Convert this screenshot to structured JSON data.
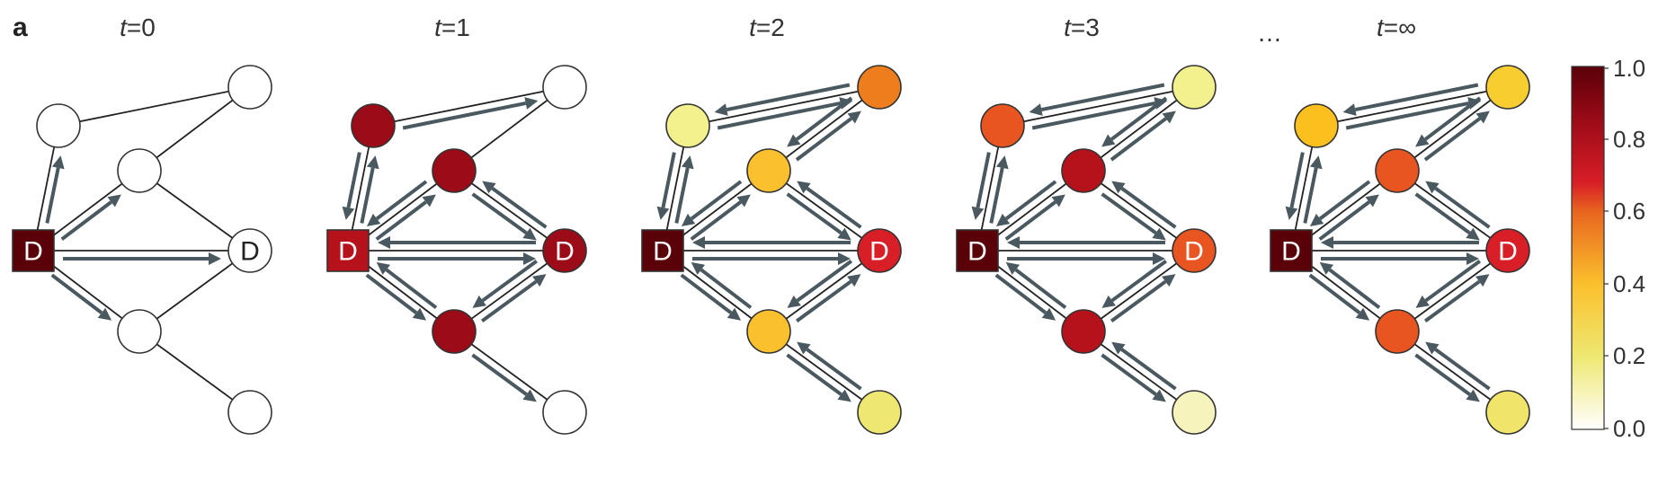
{
  "panel_label": "a",
  "ellipsis": "…",
  "colorbar": {
    "ticks": [
      "1.0",
      "0.8",
      "0.6",
      "0.4",
      "0.2",
      "0.0"
    ],
    "stops": [
      {
        "value": 0.0,
        "color": "#ffffff"
      },
      {
        "value": 0.2,
        "color": "#eee872"
      },
      {
        "value": 0.4,
        "color": "#fbc02d"
      },
      {
        "value": 0.6,
        "color": "#e8651f"
      },
      {
        "value": 0.68,
        "color": "#d81e27"
      },
      {
        "value": 0.85,
        "color": "#9c0b18"
      },
      {
        "value": 1.0,
        "color": "#5a0008"
      }
    ]
  },
  "node_template": [
    {
      "id": "n0",
      "shape": "square",
      "label": "D"
    },
    {
      "id": "n1",
      "shape": "circle",
      "label": ""
    },
    {
      "id": "n2",
      "shape": "circle",
      "label": ""
    },
    {
      "id": "n3",
      "shape": "circle",
      "label": ""
    },
    {
      "id": "n4",
      "shape": "circle",
      "label": "D"
    },
    {
      "id": "n5",
      "shape": "circle",
      "label": ""
    },
    {
      "id": "n6",
      "shape": "circle",
      "label": ""
    }
  ],
  "edges": [
    [
      "n0",
      "n1"
    ],
    [
      "n0",
      "n2"
    ],
    [
      "n0",
      "n4"
    ],
    [
      "n0",
      "n5"
    ],
    [
      "n1",
      "n3"
    ],
    [
      "n2",
      "n3"
    ],
    [
      "n2",
      "n4"
    ],
    [
      "n4",
      "n5"
    ],
    [
      "n5",
      "n6"
    ]
  ],
  "panels": [
    {
      "time_label": "t=0",
      "node_colors": {
        "n0": "#5a0008",
        "n1": "#ffffff",
        "n2": "#ffffff",
        "n3": "#ffffff",
        "n4": "#ffffff",
        "n5": "#ffffff",
        "n6": "#ffffff"
      },
      "arrows": [
        [
          "n0",
          "n1"
        ],
        [
          "n0",
          "n2"
        ],
        [
          "n0",
          "n4"
        ],
        [
          "n0",
          "n5"
        ]
      ]
    },
    {
      "time_label": "t=1",
      "node_colors": {
        "n0": "#b5121b",
        "n1": "#9c0b18",
        "n2": "#9c0b18",
        "n3": "#ffffff",
        "n4": "#9c0b18",
        "n5": "#9c0b18",
        "n6": "#ffffff"
      },
      "arrows": [
        [
          "n0",
          "n1"
        ],
        [
          "n1",
          "n0"
        ],
        [
          "n0",
          "n2"
        ],
        [
          "n2",
          "n0"
        ],
        [
          "n0",
          "n4"
        ],
        [
          "n4",
          "n0"
        ],
        [
          "n0",
          "n5"
        ],
        [
          "n5",
          "n0"
        ],
        [
          "n1",
          "n3"
        ],
        [
          "n2",
          "n4"
        ],
        [
          "n4",
          "n2"
        ],
        [
          "n4",
          "n5"
        ],
        [
          "n5",
          "n4"
        ],
        [
          "n5",
          "n6"
        ]
      ]
    },
    {
      "time_label": "t=2",
      "node_colors": {
        "n0": "#5a0008",
        "n1": "#f3f08e",
        "n2": "#fbc02d",
        "n3": "#ee7d1e",
        "n4": "#d81e27",
        "n5": "#fbc02d",
        "n6": "#eee872"
      },
      "arrows": [
        [
          "n0",
          "n1"
        ],
        [
          "n1",
          "n0"
        ],
        [
          "n0",
          "n2"
        ],
        [
          "n2",
          "n0"
        ],
        [
          "n0",
          "n4"
        ],
        [
          "n4",
          "n0"
        ],
        [
          "n0",
          "n5"
        ],
        [
          "n5",
          "n0"
        ],
        [
          "n1",
          "n3"
        ],
        [
          "n3",
          "n1"
        ],
        [
          "n2",
          "n3"
        ],
        [
          "n3",
          "n2"
        ],
        [
          "n2",
          "n4"
        ],
        [
          "n4",
          "n2"
        ],
        [
          "n4",
          "n5"
        ],
        [
          "n5",
          "n4"
        ],
        [
          "n5",
          "n6"
        ],
        [
          "n6",
          "n5"
        ]
      ]
    },
    {
      "time_label": "t=3",
      "node_colors": {
        "n0": "#5a0008",
        "n1": "#e85520",
        "n2": "#b5121b",
        "n3": "#f3f08e",
        "n4": "#e85520",
        "n5": "#b5121b",
        "n6": "#f7f3bd"
      },
      "arrows": [
        [
          "n0",
          "n1"
        ],
        [
          "n1",
          "n0"
        ],
        [
          "n0",
          "n2"
        ],
        [
          "n2",
          "n0"
        ],
        [
          "n0",
          "n4"
        ],
        [
          "n4",
          "n0"
        ],
        [
          "n0",
          "n5"
        ],
        [
          "n5",
          "n0"
        ],
        [
          "n1",
          "n3"
        ],
        [
          "n3",
          "n1"
        ],
        [
          "n2",
          "n3"
        ],
        [
          "n3",
          "n2"
        ],
        [
          "n2",
          "n4"
        ],
        [
          "n4",
          "n2"
        ],
        [
          "n4",
          "n5"
        ],
        [
          "n5",
          "n4"
        ],
        [
          "n5",
          "n6"
        ],
        [
          "n6",
          "n5"
        ]
      ]
    },
    {
      "time_label": "t=∞",
      "node_colors": {
        "n0": "#5a0008",
        "n1": "#fbbf1e",
        "n2": "#e85520",
        "n3": "#f7cd30",
        "n4": "#d81e27",
        "n5": "#e85520",
        "n6": "#f0e46a"
      },
      "arrows": [
        [
          "n0",
          "n1"
        ],
        [
          "n1",
          "n0"
        ],
        [
          "n0",
          "n2"
        ],
        [
          "n2",
          "n0"
        ],
        [
          "n0",
          "n4"
        ],
        [
          "n4",
          "n0"
        ],
        [
          "n0",
          "n5"
        ],
        [
          "n5",
          "n0"
        ],
        [
          "n1",
          "n3"
        ],
        [
          "n3",
          "n1"
        ],
        [
          "n2",
          "n3"
        ],
        [
          "n3",
          "n2"
        ],
        [
          "n2",
          "n4"
        ],
        [
          "n4",
          "n2"
        ],
        [
          "n4",
          "n5"
        ],
        [
          "n5",
          "n4"
        ],
        [
          "n5",
          "n6"
        ],
        [
          "n6",
          "n5"
        ]
      ]
    }
  ]
}
